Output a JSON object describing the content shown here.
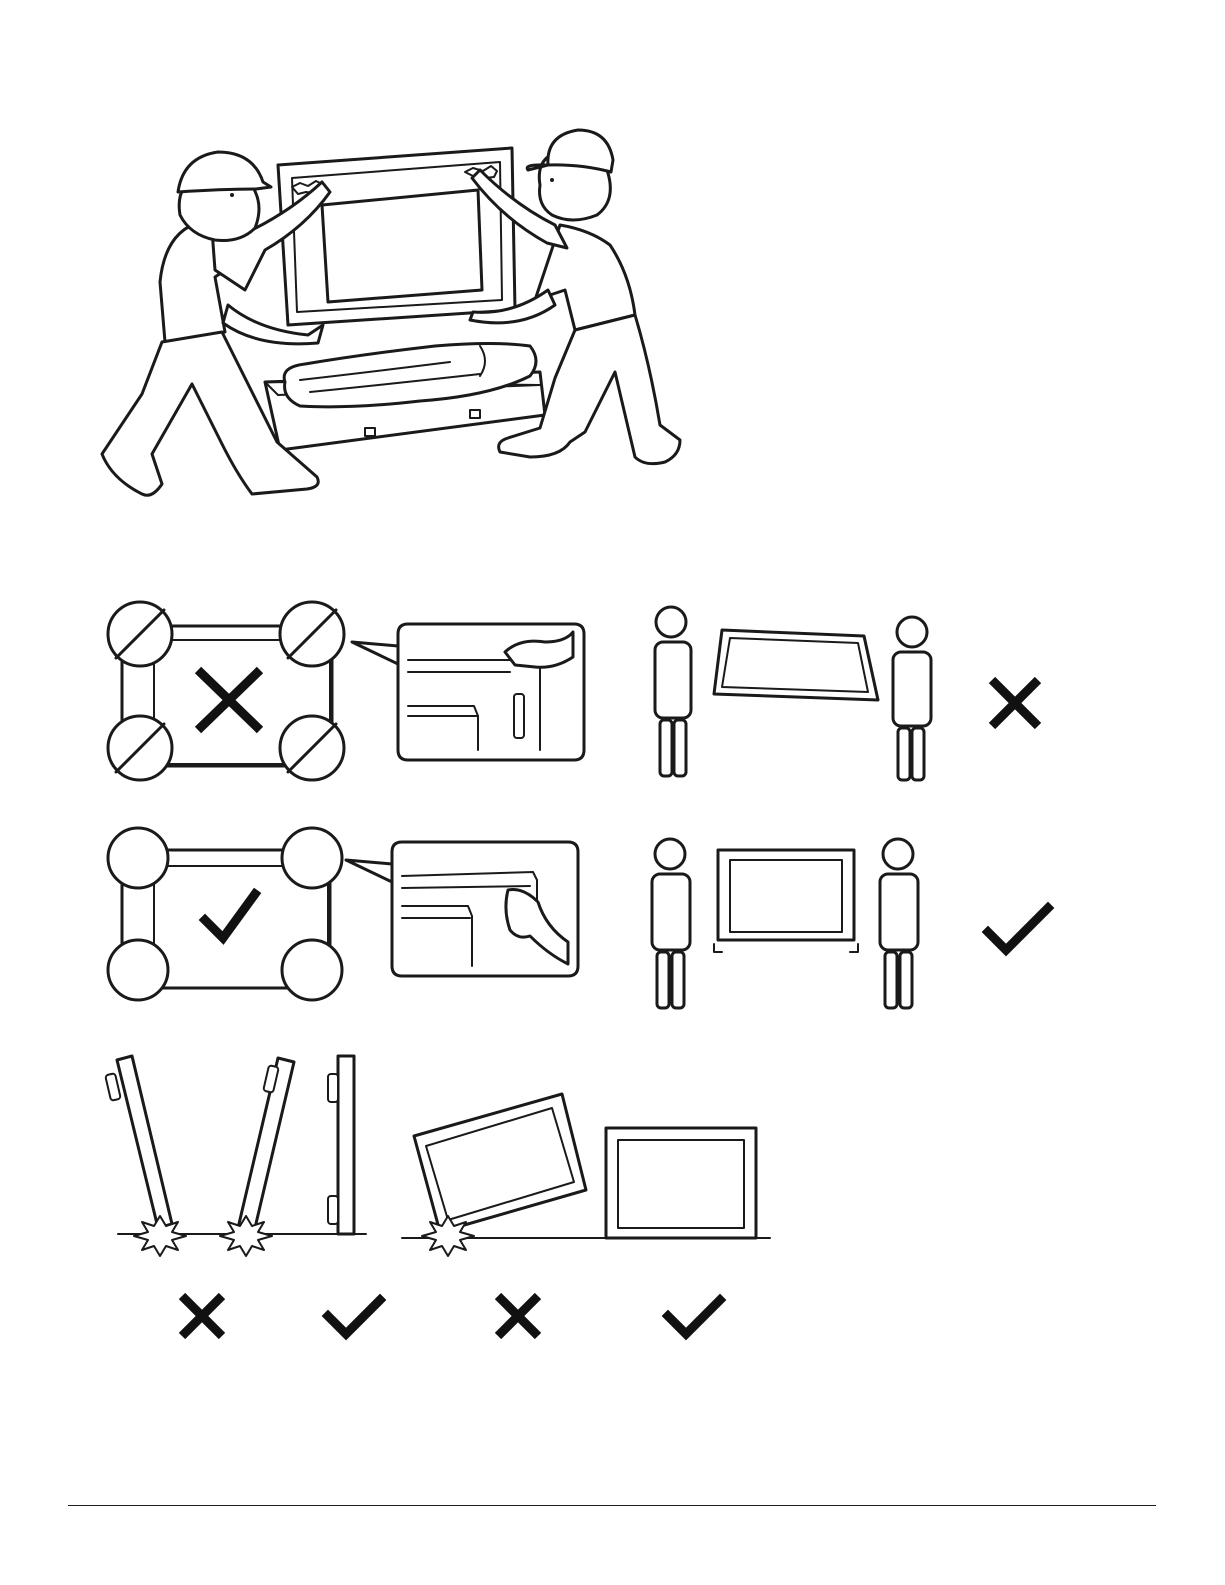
{
  "page": {
    "background": "#ffffff",
    "ink": "#1a1a1a"
  },
  "illustrations": [
    {
      "id": "two-people-unpacking",
      "icon": "people-lifting-display-from-box-illustration"
    },
    {
      "id": "holding-corners-wrong",
      "icon": "prohibited-grip-on-frame-edge",
      "verdict": "cross"
    },
    {
      "id": "carry-tilted-wrong",
      "icon": "two-people-carrying-tilted",
      "verdict": "cross"
    },
    {
      "id": "holding-handles-right",
      "icon": "grip-on-handles",
      "verdict": "check"
    },
    {
      "id": "carry-level-right",
      "icon": "two-people-carrying-level",
      "verdict": "check"
    },
    {
      "id": "placing-side-view",
      "icon": "display-side-placement",
      "verdicts": [
        "cross",
        "check"
      ]
    },
    {
      "id": "placing-front-view",
      "icon": "display-front-placement",
      "verdicts": [
        "cross",
        "check"
      ]
    }
  ]
}
